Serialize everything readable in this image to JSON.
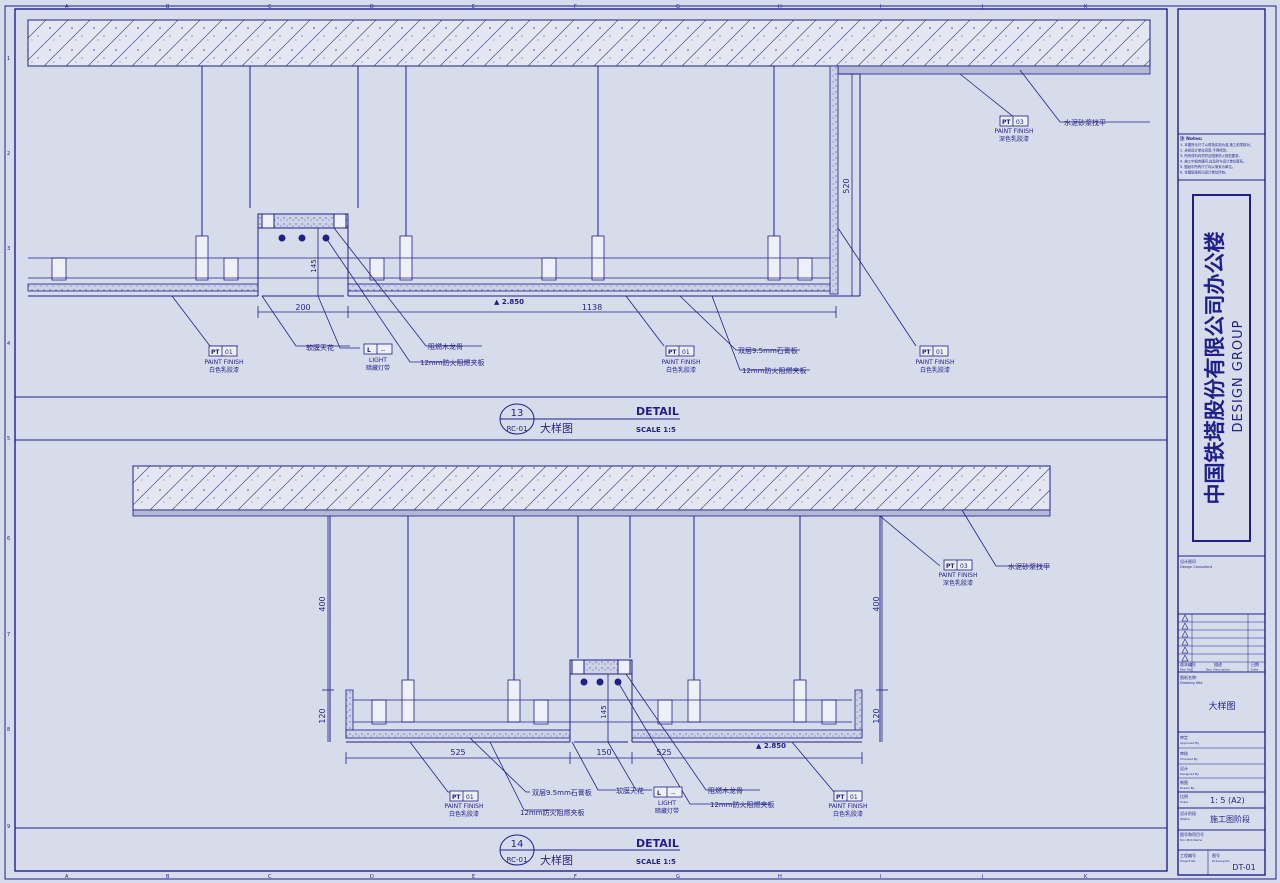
{
  "grid": {
    "cols": [
      "A",
      "B",
      "C",
      "D",
      "E",
      "F",
      "G",
      "H",
      "I",
      "J",
      "K"
    ],
    "rows": [
      "1",
      "2",
      "3",
      "4",
      "5",
      "6",
      "7",
      "8",
      "9"
    ]
  },
  "detail13": {
    "number": "13",
    "ref": "RC-01",
    "title_en": "DETAIL",
    "title_cn": "大样图",
    "scale": "SCALE 1:5",
    "dims": {
      "w200": "200",
      "w1138": "1138",
      "h520": "520",
      "h145": "145"
    },
    "level": "▲ 2.850",
    "labels": {
      "soft_film": "软膜天花",
      "flame_keel": "阻燃木龙骨",
      "fire_board": "12mm防火阻燃夹板",
      "gypsum": "双层9.5mm石膏板",
      "fire_board2": "12mm防火阻燃夹板",
      "mortar": "水泥砂浆找平"
    },
    "tags": {
      "pt_left": {
        "code": "PT",
        "num": "01",
        "finish": "PAINT FINISH",
        "name": "白色乳胶漆"
      },
      "pt_mid": {
        "code": "PT",
        "num": "01",
        "finish": "PAINT FINISH",
        "name": "白色乳胶漆"
      },
      "pt_right": {
        "code": "PT",
        "num": "01",
        "finish": "PAINT FINISH",
        "name": "白色乳胶漆"
      },
      "pt_top": {
        "code": "PT",
        "num": "03",
        "finish": "PAINT FINISH",
        "name": "深色乳胶漆"
      },
      "light": {
        "code": "L",
        "num": "--",
        "finish": "LIGHT",
        "name": "暗藏灯带"
      }
    }
  },
  "detail14": {
    "number": "14",
    "ref": "RC-01",
    "title_en": "DETAIL",
    "title_cn": "大样图",
    "scale": "SCALE 1:5",
    "dims": {
      "w525a": "525",
      "w150": "150",
      "w525b": "525",
      "h400a": "400",
      "h400b": "400",
      "h120a": "120",
      "h120b": "120",
      "h145": "145"
    },
    "level": "▲ 2.850",
    "labels": {
      "gypsum": "双层9.5mm石膏板",
      "fire_board": "12mm防火阻燃夹板",
      "soft_film": "软膜天花",
      "flame_keel": "阻燃木龙骨",
      "fire_board2": "12mm防火阻燃夹板",
      "mortar": "水泥砂浆找平"
    },
    "tags": {
      "pt_left": {
        "code": "PT",
        "num": "01",
        "finish": "PAINT FINISH",
        "name": "白色乳胶漆"
      },
      "pt_right": {
        "code": "PT",
        "num": "01",
        "finish": "PAINT FINISH",
        "name": "白色乳胶漆"
      },
      "pt_top": {
        "code": "PT",
        "num": "03",
        "finish": "PAINT FINISH",
        "name": "深色乳胶漆"
      },
      "light": {
        "code": "L",
        "num": "--",
        "finish": "LIGHT",
        "name": "暗藏灯带"
      }
    }
  },
  "titleblock": {
    "notes_heading": "注 Notes:",
    "notes": [
      "1. 本图所示尺寸以现场实测为准,施工前须核对。",
      "2. 未经设计单位同意,不得修改。",
      "3. 所有材料均须符合国家防火规范要求。",
      "4. 施工中如有疑问,应及时与设计单位联系。",
      "5. 图纸中所有尺寸均以毫米为单位。",
      "6. 本图纸版权归设计单位所有。"
    ],
    "company_cn": "中国铁塔股份有限公司办公楼",
    "company_en": "DESIGN GROUP",
    "consultant_cn": "设计顾问",
    "consultant_en": "Design Consultant",
    "rev_no": "版本编号",
    "rev_desc": "描述",
    "rev_date": "日期",
    "rev_no_en": "Rev. No.",
    "rev_desc_en": "Rev. Description",
    "rev_date_en": "Date",
    "drawing_title_label": "图纸名称:",
    "drawing_title_label_en": "Drawing title",
    "drawing_title": "大样图",
    "approved": "审定",
    "approved_en": "Approved By",
    "checked": "审核",
    "checked_en": "Checked By",
    "designed": "设计",
    "designed_en": "Designed By",
    "drawn": "制图",
    "drawn_en": "Drawn By",
    "scale_label": "比例",
    "scale_label_en": "Scale",
    "scale_value": "1: 5 (A2)",
    "stage_label": "设计阶段",
    "stage_label_en": "Status",
    "stage_value": "施工图阶段",
    "project_no_label": "图号和项目号",
    "project_no_label_en": "Doc.Plot.Name",
    "project_no": "工程编号",
    "project_no_en": "Project No.",
    "drawing_no_label": "图号",
    "drawing_no_label_en": "Drawing No.",
    "drawing_no": "DT-01"
  },
  "colors": {
    "paper": "#d7dceb",
    "line": "#1f1f8c",
    "hatch": "#5a5f9a",
    "fill_light": "#eceef6"
  }
}
